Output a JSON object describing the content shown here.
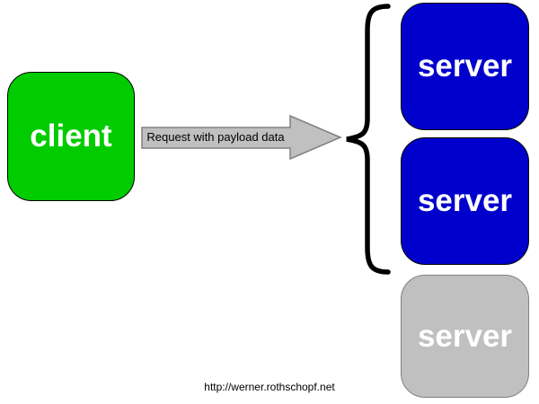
{
  "diagram": {
    "client": {
      "label": "client",
      "fill": "#00cc00",
      "text_color": "#ffffff",
      "border": "#000000"
    },
    "arrow": {
      "label": "Request with payload data",
      "fill": "#c0c0c0",
      "stroke": "#808080",
      "text_color": "#000000"
    },
    "brace": {
      "color": "#000000"
    },
    "servers": [
      {
        "label": "server",
        "fill": "#0000cc",
        "text_color": "#ffffff",
        "border": "#000000"
      },
      {
        "label": "server",
        "fill": "#0000cc",
        "text_color": "#ffffff",
        "border": "#000000"
      },
      {
        "label": "server",
        "fill": "#c0c0c0",
        "text_color": "#ffffff",
        "border": "#808080"
      }
    ],
    "footer": {
      "text": "http://werner.rothschopf.net"
    }
  }
}
